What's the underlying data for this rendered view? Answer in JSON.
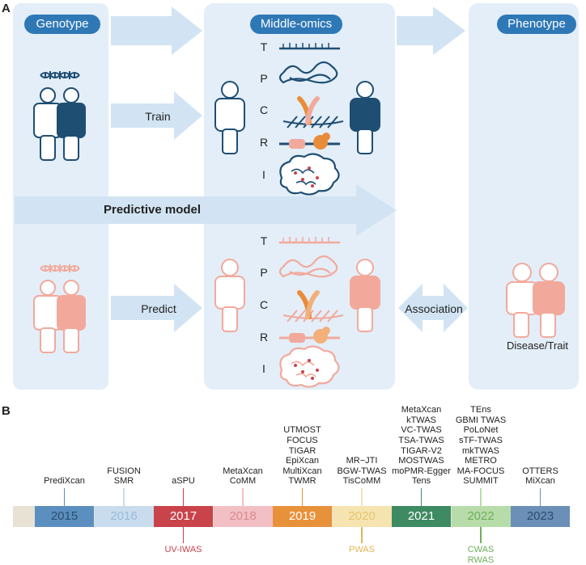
{
  "panel_a": {
    "letter": "A",
    "genotype_label": "Genotype",
    "middle_omics_label": "Middle-omics",
    "phenotype_label": "Phenotype",
    "train_label": "Train",
    "predict_label": "Predict",
    "association_label": "Association",
    "predictive_model_label": "Predictive model",
    "disease_trait_label": "Disease/Trait",
    "omics_letters_top": [
      "T",
      "P",
      "C",
      "R",
      "I"
    ],
    "omics_letters_bottom": [
      "T",
      "P",
      "C",
      "R",
      "I"
    ],
    "colors": {
      "panel_bg": "#e3eef8",
      "arrow": "#d2e4f3",
      "pill": "#2f78b6",
      "dark_blue": "#1f4e73",
      "pink": "#f2a99c",
      "orange": "#e98c3a"
    }
  },
  "panel_b": {
    "letter": "B",
    "timeline": [
      {
        "year": "2015",
        "color": "#5b8fbf",
        "text_color": "#2a4d70",
        "above": [
          "PrediXcan"
        ],
        "below": [],
        "below_color": ""
      },
      {
        "year": "2016",
        "color": "#c9dcee",
        "text_color": "#9bbbd9",
        "above": [
          "FUSION",
          "SMR"
        ],
        "below": [],
        "below_color": ""
      },
      {
        "year": "2017",
        "color": "#c9434b",
        "text_color": "#ffffff",
        "above": [
          "aSPU"
        ],
        "below": [
          "UV-IWAS"
        ],
        "below_color": "#c9434b"
      },
      {
        "year": "2018",
        "color": "#f2c0c4",
        "text_color": "#d98a90",
        "above": [
          "MetaXcan",
          "CoMM"
        ],
        "below": [],
        "below_color": ""
      },
      {
        "year": "2019",
        "color": "#e8913b",
        "text_color": "#ffffff",
        "above": [
          "UTMOST",
          "FOCUS",
          "TIGAR",
          "EpiXcan",
          "MultiXcan",
          "TWMR"
        ],
        "below": [],
        "below_color": ""
      },
      {
        "year": "2020",
        "color": "#f6e4b0",
        "text_color": "#e2c46e",
        "above": [
          "MR−JTI",
          "BGW-TWAS",
          "TisCoMM"
        ],
        "below": [
          "PWAS"
        ],
        "below_color": "#e2b656"
      },
      {
        "year": "2021",
        "color": "#3e8a63",
        "text_color": "#ffffff",
        "above": [
          "MetaXcan",
          "kTWAS",
          "VC-TWAS",
          "TSA-TWAS",
          "TIGAR-V2",
          "MOSTWAS",
          "moPMR-Egger",
          "Tens"
        ],
        "below": [],
        "below_color": ""
      },
      {
        "year": "2022",
        "color": "#b7dcaa",
        "text_color": "#6fae5a",
        "above": [
          "TEns",
          "GBMI TWAS",
          "PoLoNet",
          "sTF-TWAS",
          "mkTWAS",
          "METRO",
          "MA-FOCUS",
          "SUMMIT"
        ],
        "below": [
          "CWAS",
          "RWAS"
        ],
        "below_color": "#6fae5a"
      },
      {
        "year": "2023",
        "color": "#6b8fb7",
        "text_color": "#2a4d70",
        "above": [
          "OTTERS",
          "MiXcan"
        ],
        "below": [],
        "below_color": ""
      }
    ]
  }
}
